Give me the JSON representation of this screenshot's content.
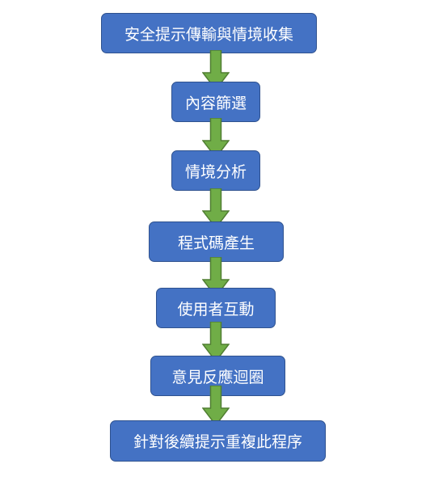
{
  "diagram": {
    "nodes": [
      {
        "id": "collect",
        "label": "安全提示傳輸與情境收集"
      },
      {
        "id": "filter",
        "label": "內容篩選"
      },
      {
        "id": "analyze",
        "label": "情境分析"
      },
      {
        "id": "codegen",
        "label": "程式碼產生"
      },
      {
        "id": "interact",
        "label": "使用者互動"
      },
      {
        "id": "feedback",
        "label": "意見反應迴圈"
      },
      {
        "id": "repeat",
        "label": "針對後續提示重複此程序"
      }
    ],
    "edges": [
      {
        "from": "collect",
        "to": "filter"
      },
      {
        "from": "filter",
        "to": "analyze"
      },
      {
        "from": "analyze",
        "to": "codegen"
      },
      {
        "from": "codegen",
        "to": "interact"
      },
      {
        "from": "interact",
        "to": "feedback"
      },
      {
        "from": "feedback",
        "to": "repeat"
      }
    ],
    "colors": {
      "node_fill": "#4472c4",
      "node_border": "#2f528f",
      "node_text": "#ffffff",
      "arrow_fill": "#70ad47",
      "arrow_border": "#507e32"
    }
  }
}
